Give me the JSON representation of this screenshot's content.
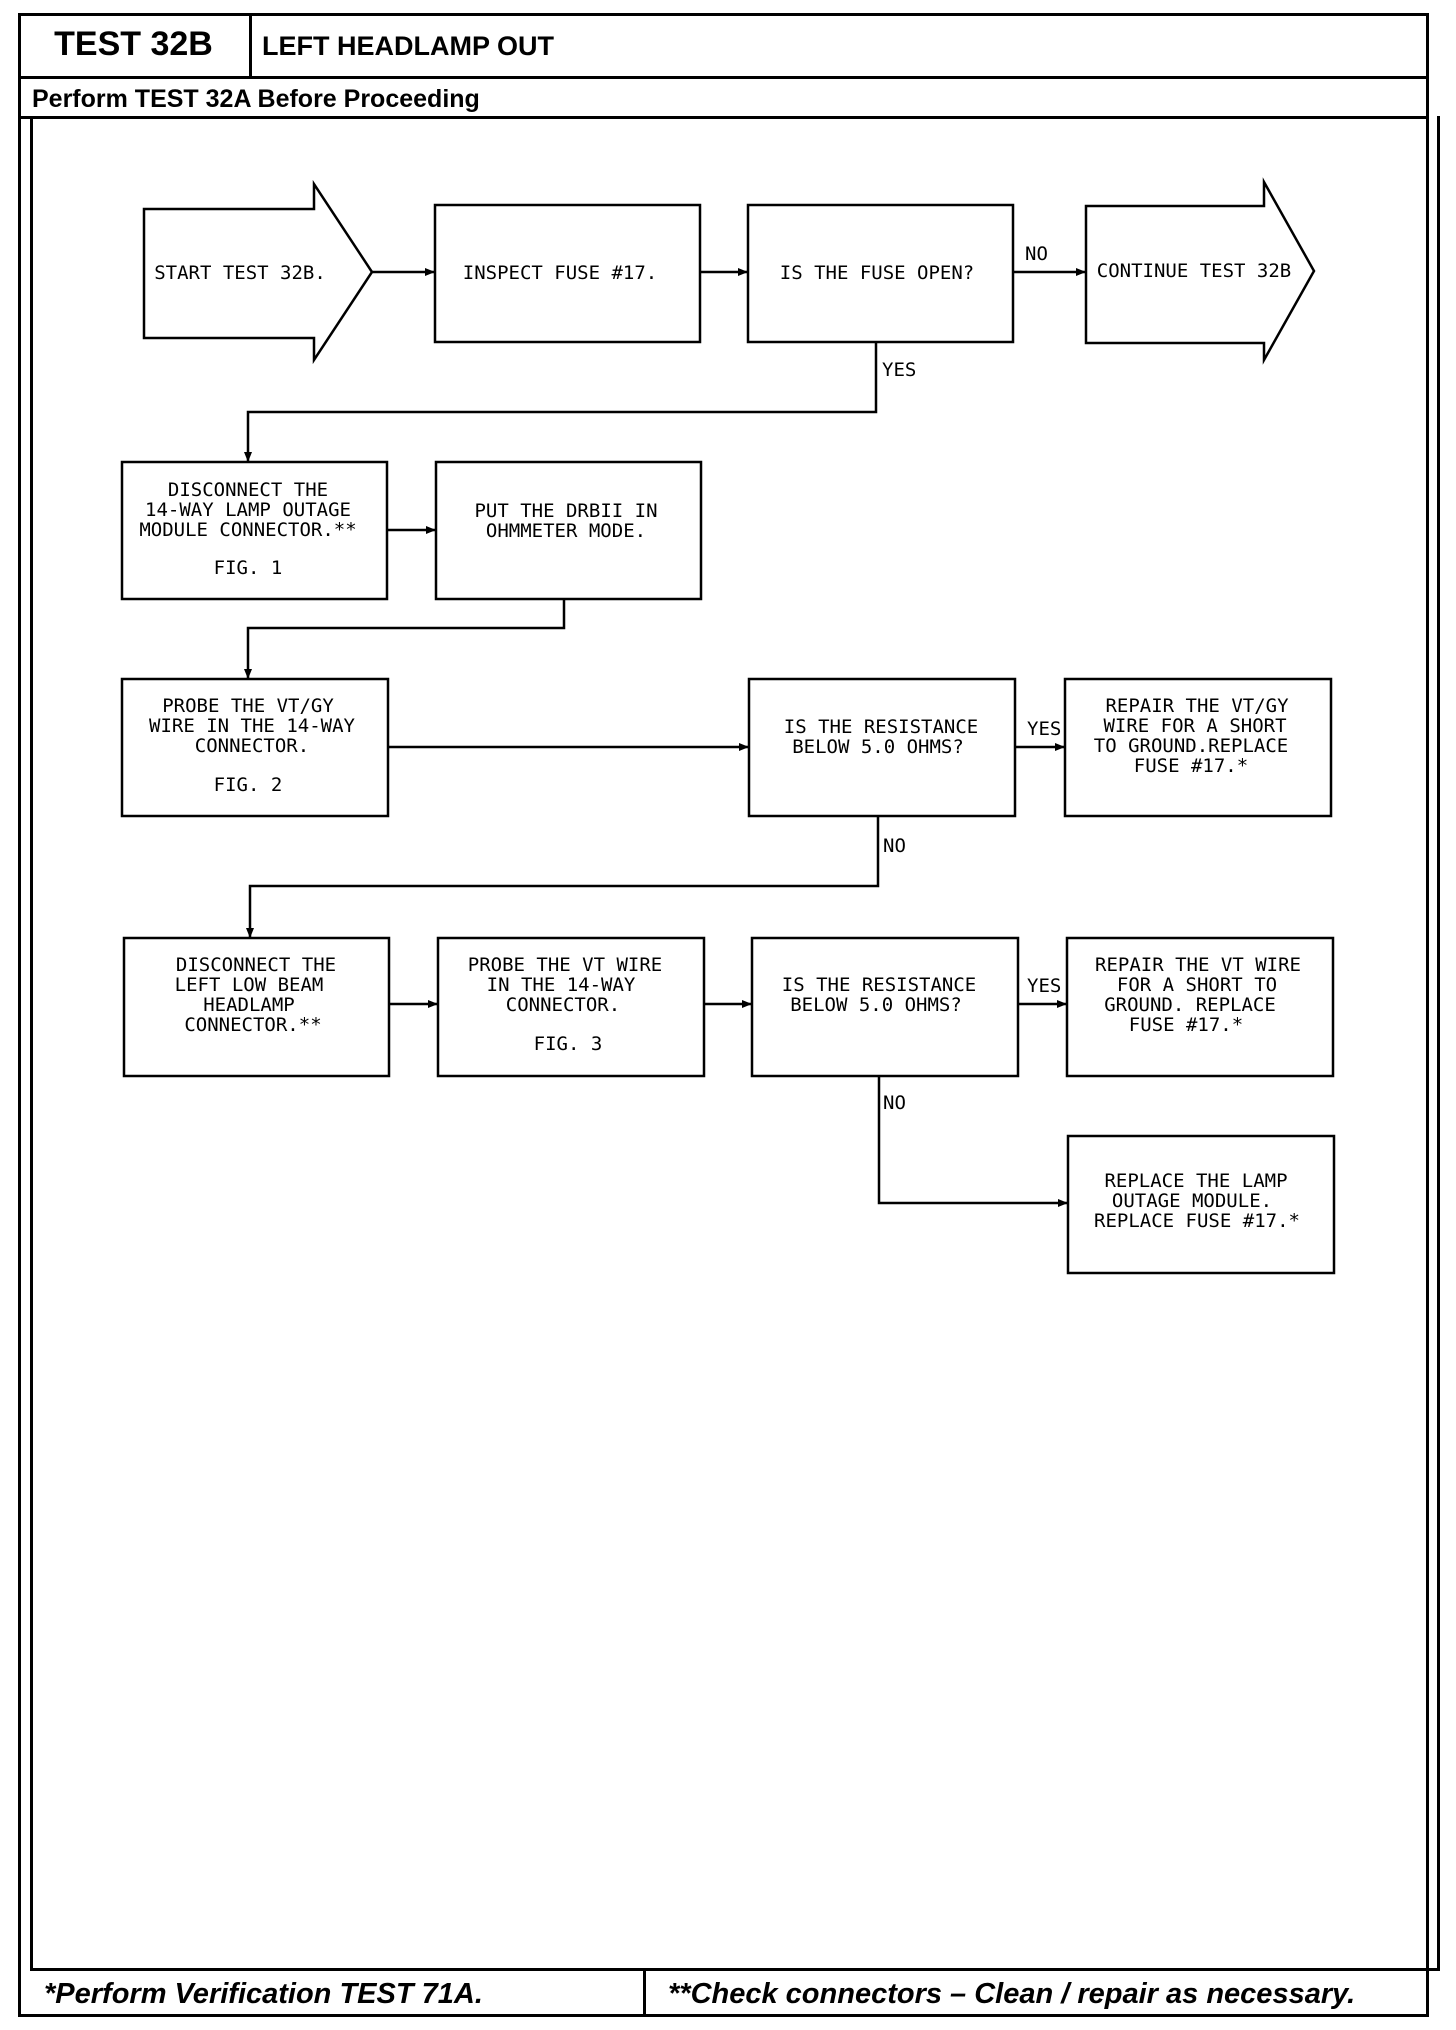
{
  "header": {
    "test_code": "TEST 32B",
    "title": "LEFT HEADLAMP OUT",
    "prerequisite": "Perform TEST 32A Before Proceeding"
  },
  "flow": {
    "start": "START TEST 32B.",
    "inspect_fuse": "INSPECT FUSE #17.",
    "fuse_open_q": "IS THE FUSE OPEN?",
    "continue": "CONTINUE TEST 32B",
    "disconnect_lom": [
      "DISCONNECT THE",
      "14-WAY LAMP OUTAGE",
      "MODULE CONNECTOR.**"
    ],
    "fig1": "FIG. 1",
    "drbii": [
      "PUT THE DRBII IN",
      "OHMMETER MODE."
    ],
    "probe_vtgy": [
      "PROBE THE VT/GY",
      "WIRE IN THE 14-WAY",
      "CONNECTOR."
    ],
    "fig2": "FIG. 2",
    "resistance_q1": [
      "IS THE RESISTANCE",
      "BELOW 5.0 OHMS?"
    ],
    "repair_vtgy": [
      "REPAIR THE VT/GY",
      "WIRE FOR A SHORT",
      "TO GROUND.REPLACE",
      "FUSE #17.*"
    ],
    "disconnect_lowbeam": [
      "DISCONNECT THE",
      "LEFT LOW BEAM",
      "HEADLAMP",
      "CONNECTOR.**"
    ],
    "probe_vt": [
      "PROBE THE VT WIRE",
      "IN THE 14-WAY",
      "CONNECTOR."
    ],
    "fig3": "FIG. 3",
    "resistance_q2": [
      "IS THE RESISTANCE",
      "BELOW 5.0 OHMS?"
    ],
    "repair_vt": [
      "REPAIR THE VT WIRE",
      "FOR A SHORT TO",
      "GROUND. REPLACE",
      "FUSE #17.*"
    ],
    "replace_module": [
      "REPLACE THE LAMP",
      "OUTAGE MODULE.",
      "REPLACE FUSE #17.*"
    ],
    "labels": {
      "yes": "YES",
      "no": "NO"
    }
  },
  "footer": {
    "left": "*Perform Verification TEST 71A.",
    "right": "**Check connectors – Clean / repair as necessary."
  }
}
